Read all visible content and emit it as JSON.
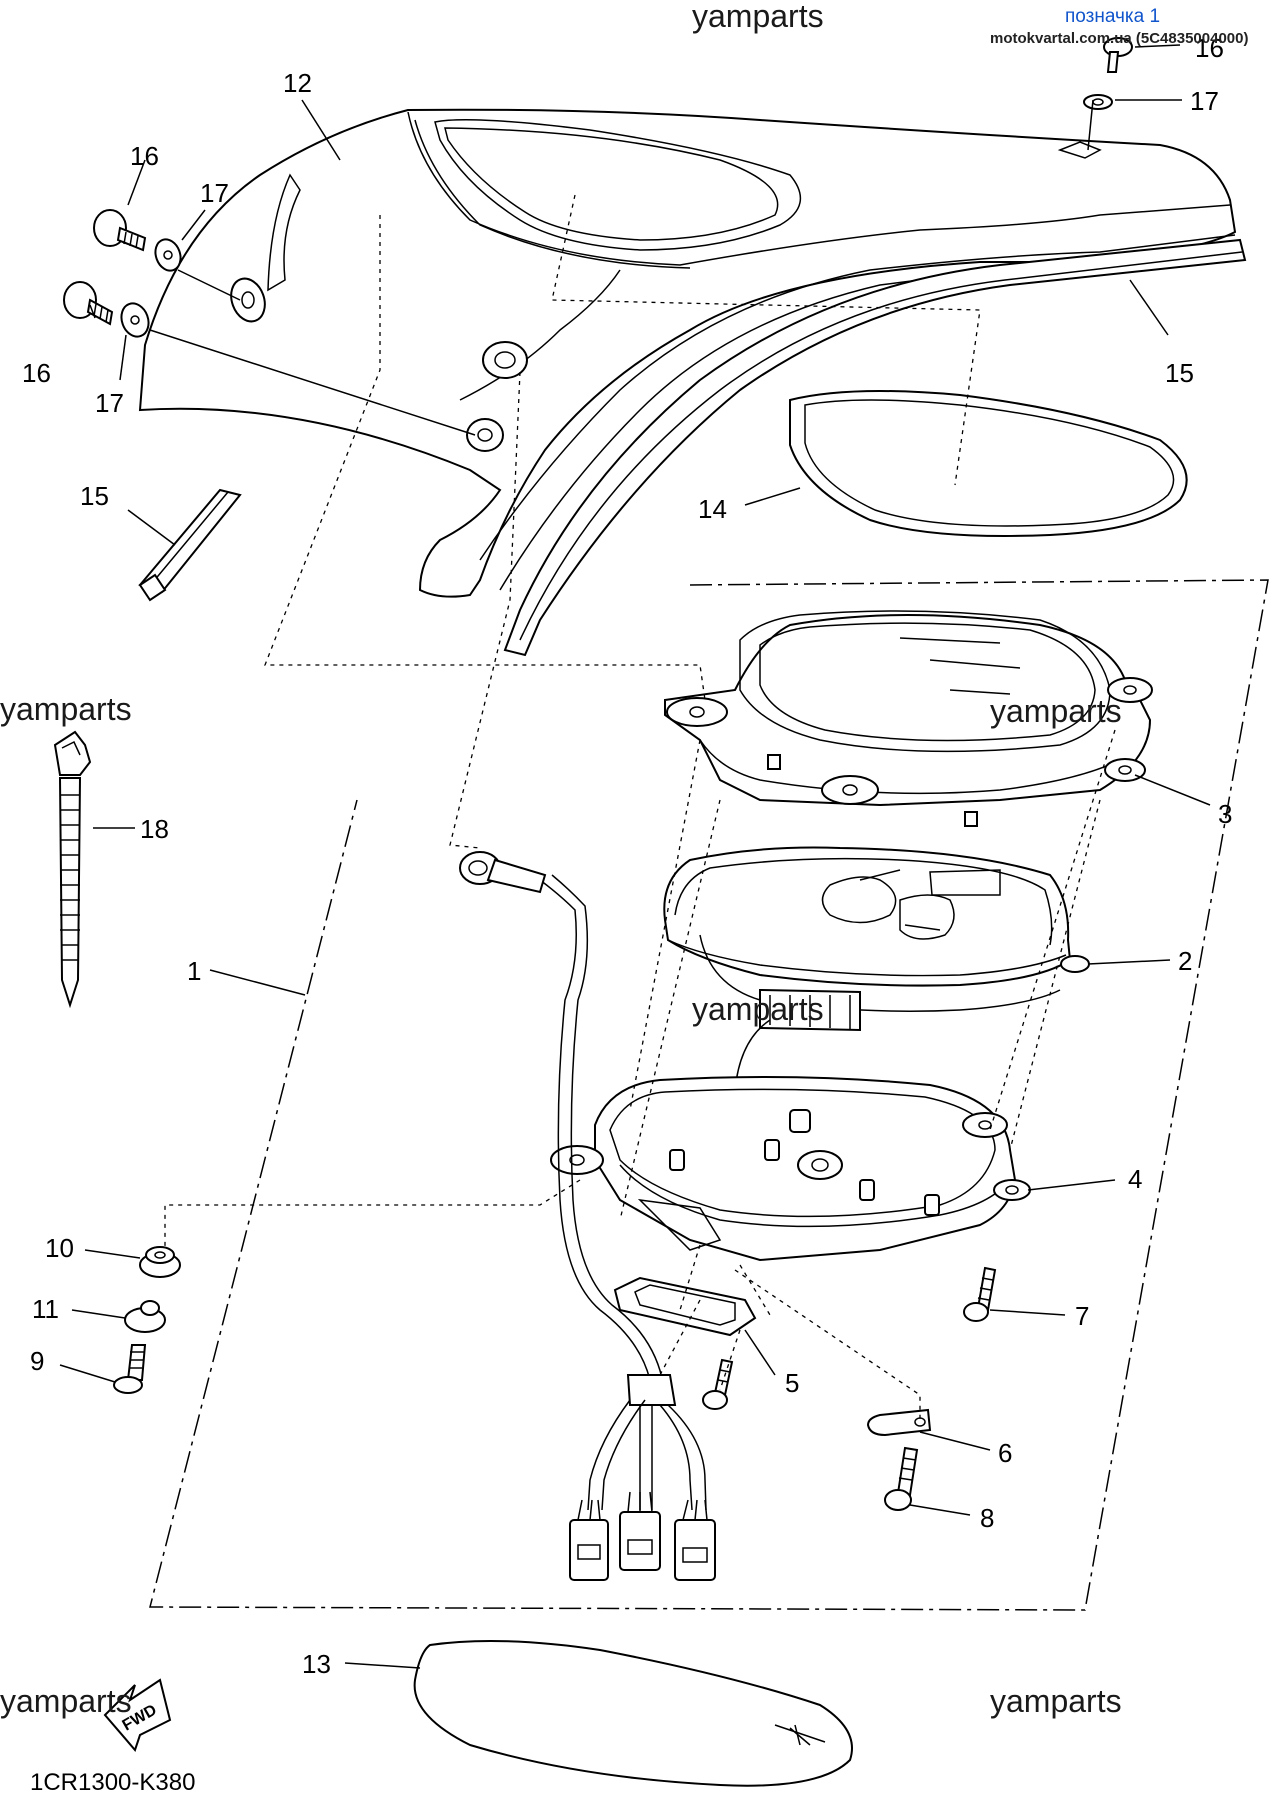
{
  "watermarks": {
    "top": "yamparts",
    "left_mid": "yamparts",
    "right_mid": "yamparts",
    "center": "yamparts",
    "bottom_left": "yamparts",
    "bottom_right": "yamparts"
  },
  "header": {
    "marker_label": "позначка 1",
    "source_text": "motokvartal.com.ua (5C4835004000)"
  },
  "fwd_symbol": "FWD",
  "diagram_code": "1CR1300-K380",
  "callouts": {
    "c1": "1",
    "c2": "2",
    "c3": "3",
    "c4": "4",
    "c5": "5",
    "c6": "6",
    "c7": "7",
    "c8": "8",
    "c9": "9",
    "c10": "10",
    "c11": "11",
    "c12": "12",
    "c13": "13",
    "c14": "14",
    "c15_right": "15",
    "c15_left": "15",
    "c16_left_top": "16",
    "c16_left_bottom": "16",
    "c16_top_right": "16",
    "c17_left_top": "17",
    "c17_left_bottom": "17",
    "c17_top_right": "17",
    "c18": "18"
  }
}
